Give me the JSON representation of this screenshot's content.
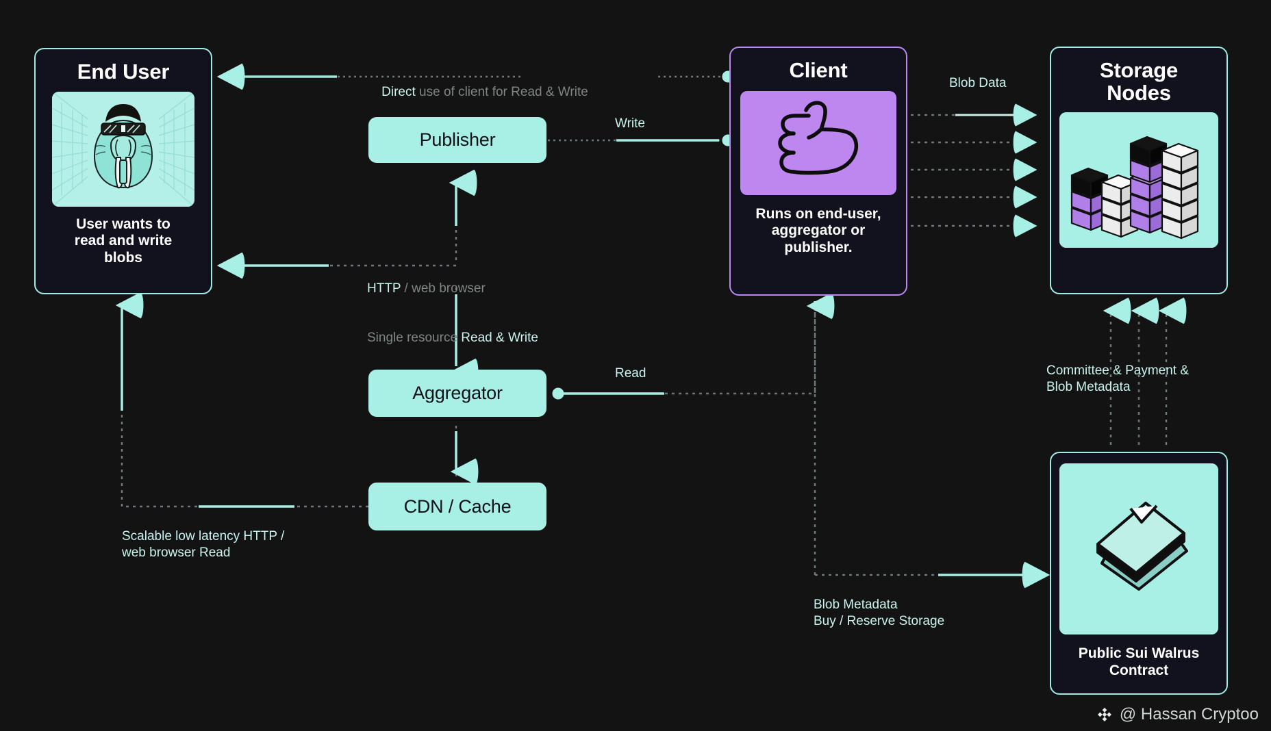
{
  "theme": {
    "background": "#131313",
    "teal": "#A8EFE5",
    "teal_text": "#C9F4EE",
    "gray_text": "#7e8583",
    "purple": "#BE87F0",
    "card_bg": "#12121f",
    "white": "#ffffff"
  },
  "nodes": {
    "end_user": {
      "title": "End User",
      "caption": "User wants to\nread and write\nblobs",
      "icon": "walrus-avatar-icon"
    },
    "client": {
      "title": "Client",
      "caption": "Runs on end-user,\naggregator or\npublisher.",
      "icon": "thumbs-up-icon"
    },
    "storage_nodes": {
      "title": "Storage\nNodes",
      "caption": "",
      "icon": "stacked-server-boxes-icon"
    },
    "contract": {
      "title": "",
      "caption": "Public Sui Walrus\nContract",
      "icon": "stacked-sheets-icon"
    },
    "publisher": {
      "label": "Publisher"
    },
    "aggregator": {
      "label": "Aggregator"
    },
    "cdn_cache": {
      "label": "CDN / Cache"
    }
  },
  "edge_labels": {
    "direct_use": {
      "strong": "Direct",
      "rest": " use of client for Read & Write"
    },
    "write": "Write",
    "read": "Read",
    "blob_data": "Blob Data",
    "http_line1_strong": "HTTP",
    "http_line1_rest": " / web browser",
    "http_line2_weak": "Single resource ",
    "http_line2_strong": "Read & Write",
    "scalable": "Scalable low latency HTTP /\nweb browser Read",
    "committee": "Committee & Payment &\nBlob Metadata",
    "blob_metadata": "Blob Metadata\nBuy / Reserve Storage"
  },
  "watermark": {
    "handle": "@ Hassan Cryptoo",
    "icon": "binance-diamond-icon"
  }
}
